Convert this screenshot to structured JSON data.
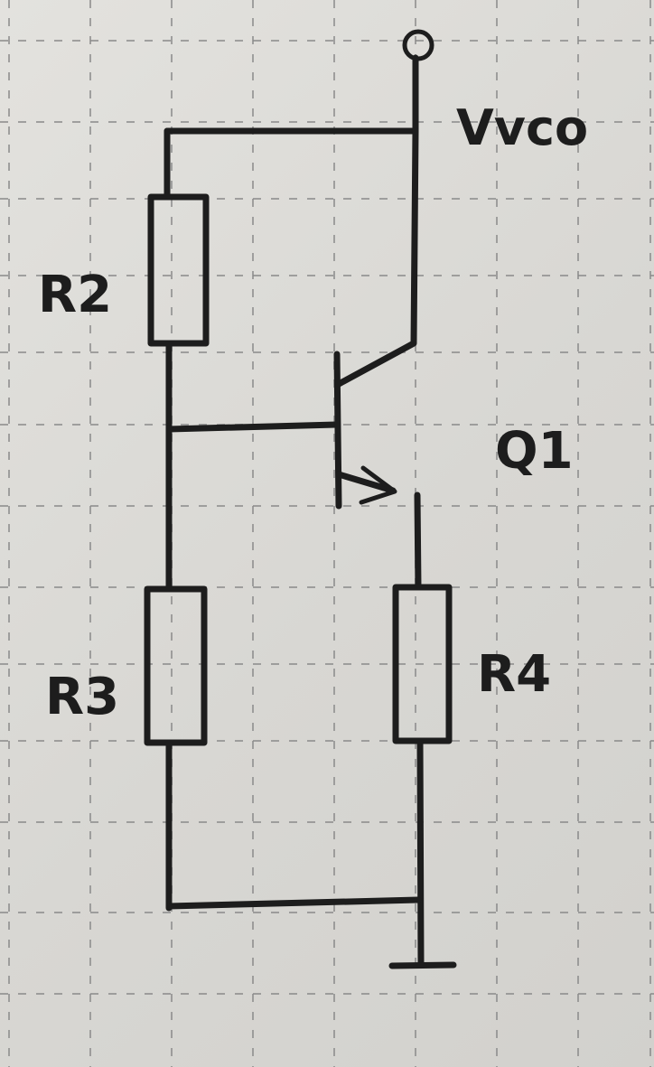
{
  "labels": {
    "supply": "Vvco",
    "r2": "R2",
    "r3": "R3",
    "r4": "R4",
    "q1": "Q1"
  },
  "colors": {
    "ink": "#1d1d1d",
    "paper": "#dddcd8",
    "grid": "#8a8a8a"
  }
}
